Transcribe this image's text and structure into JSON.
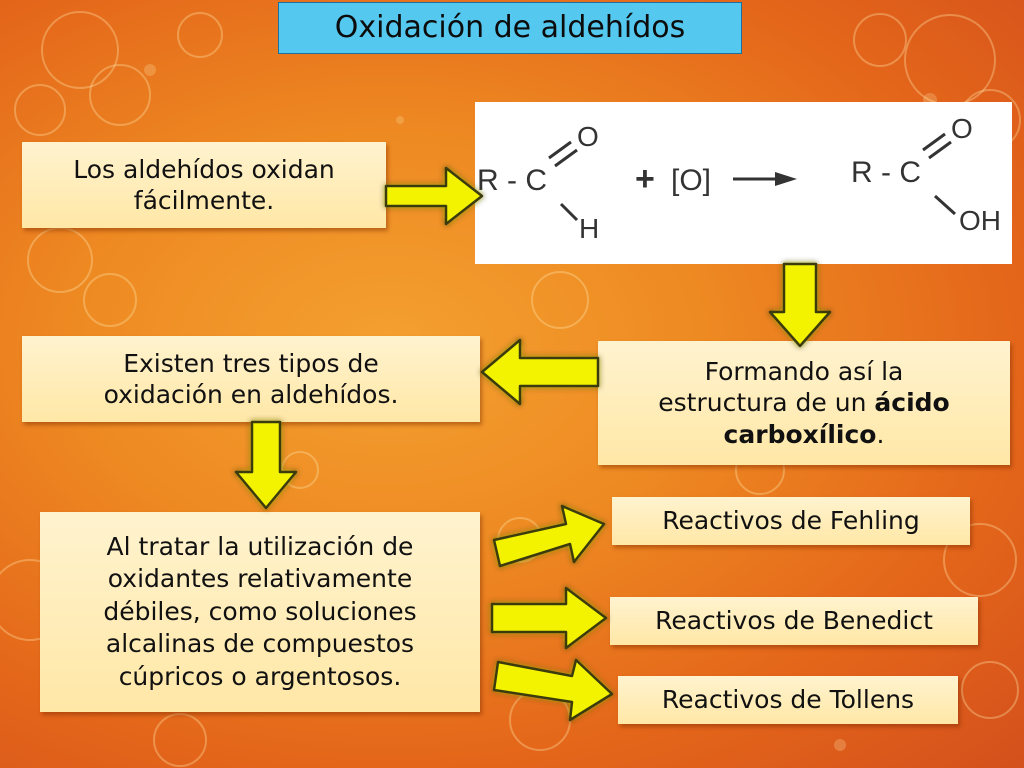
{
  "title": "Oxidación de aldehídos",
  "box1": {
    "line1": "Los aldehídos oxidan",
    "line2": "fácilmente."
  },
  "box2": {
    "line1": "Existen tres tipos de",
    "line2": "oxidación en aldehídos."
  },
  "box3": {
    "line1": "Formando así la",
    "line2_plain": "estructura de un ",
    "line2_bold": "ácido",
    "line3_bold": "carboxílico",
    "line3_end": "."
  },
  "box4": {
    "lines": [
      "Al tratar la utilización de",
      "oxidantes relativamente",
      "débiles, como soluciones",
      "alcalinas de compuestos",
      "cúpricos o argentosos."
    ]
  },
  "reagents": [
    "Reactivos de Fehling",
    "Reactivos de Benedict",
    "Reactivos de Tollens"
  ],
  "reaction": {
    "r_group": "R - C",
    "oxygen": "O",
    "hydrogen": "H",
    "plus": "+",
    "oxidant": "[O]",
    "product_r": "R - C",
    "product_o": "O",
    "product_oh": "OH"
  },
  "colors": {
    "title_bg": "#55c8f0",
    "box_bg": "#ffe7a6",
    "arrow_fill": "#f3f300",
    "arrow_stroke": "#3a3a10"
  }
}
